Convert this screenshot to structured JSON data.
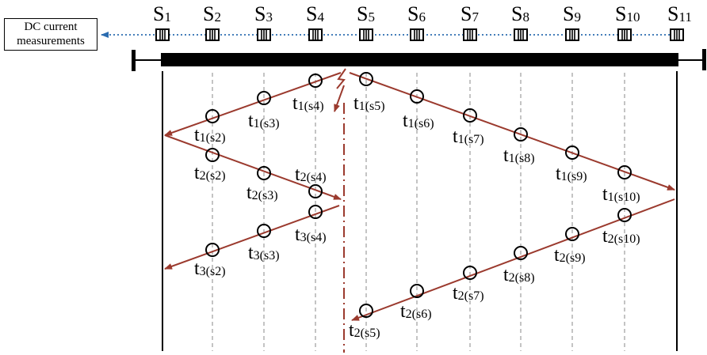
{
  "measurement_label": {
    "line1": "DC current",
    "line2": "measurements"
  },
  "colors": {
    "wave": "#9b3a2e",
    "arrow_left": "#2b6cb0",
    "fault": "#9b3a2e",
    "station": "#000000"
  },
  "sensors": [
    {
      "main": "S",
      "sub": "1"
    },
    {
      "main": "S",
      "sub": "2"
    },
    {
      "main": "S",
      "sub": "3"
    },
    {
      "main": "S",
      "sub": "4"
    },
    {
      "main": "S",
      "sub": "5"
    },
    {
      "main": "S",
      "sub": "6"
    },
    {
      "main": "S",
      "sub": "7"
    },
    {
      "main": "S",
      "sub": "8"
    },
    {
      "main": "S",
      "sub": "9"
    },
    {
      "main": "S",
      "sub": "10"
    },
    {
      "main": "S",
      "sub": "11"
    }
  ],
  "time_labels": [
    {
      "main": "t",
      "sub": "1(s4)"
    },
    {
      "main": "t",
      "sub": "1(s5)"
    },
    {
      "main": "t",
      "sub": "1(s3)"
    },
    {
      "main": "t",
      "sub": "1(s6)"
    },
    {
      "main": "t",
      "sub": "1(s2)"
    },
    {
      "main": "t",
      "sub": "1(s7)"
    },
    {
      "main": "t",
      "sub": "1(s8)"
    },
    {
      "main": "t",
      "sub": "1(s9)"
    },
    {
      "main": "t",
      "sub": "1(s10)"
    },
    {
      "main": "t",
      "sub": "2(s2)"
    },
    {
      "main": "t",
      "sub": "2(s4)"
    },
    {
      "main": "t",
      "sub": "2(s3)"
    },
    {
      "main": "t",
      "sub": "3(s4)"
    },
    {
      "main": "t",
      "sub": "3(s3)"
    },
    {
      "main": "t",
      "sub": "3(s2)"
    },
    {
      "main": "t",
      "sub": "2(s10)"
    },
    {
      "main": "t",
      "sub": "2(s9)"
    },
    {
      "main": "t",
      "sub": "2(s8)"
    },
    {
      "main": "t",
      "sub": "2(s7)"
    },
    {
      "main": "t",
      "sub": "2(s6)"
    },
    {
      "main": "t",
      "sub": "2(s5)"
    }
  ]
}
